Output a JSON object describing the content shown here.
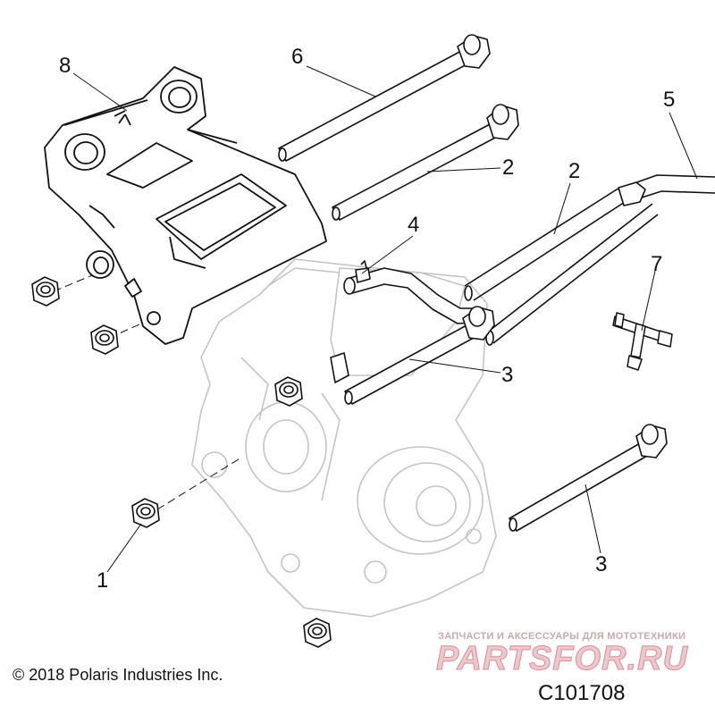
{
  "figure": {
    "copyright": "© 2018 Polaris Industries Inc.",
    "figure_id": "C101708",
    "callouts": {
      "c1": "1",
      "c2a": "2",
      "c2b": "2",
      "c3a": "3",
      "c3b": "3",
      "c4": "4",
      "c5": "5",
      "c6": "6",
      "c7": "7",
      "c8": "8"
    }
  },
  "watermark": {
    "tagline": "ЗАПЧАСТИ И АКСЕССУАРЫ ДЛЯ МОТОТЕХНИКИ",
    "brand": "PARTSFOR.RU"
  },
  "colors": {
    "line": "#111111",
    "ghost": "#c8c8c8",
    "watermark": "#d98f97"
  }
}
